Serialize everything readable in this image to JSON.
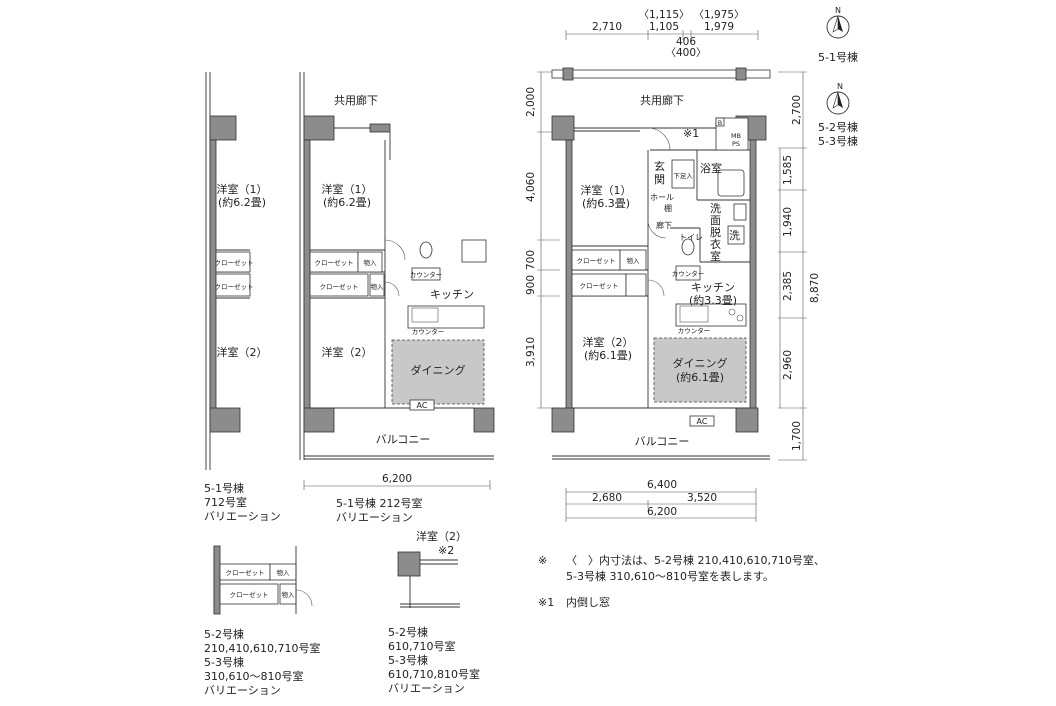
{
  "compass": [
    {
      "label": "N",
      "caption": "5-1号棟"
    },
    {
      "label": "N",
      "caption_lines": [
        "5-2号棟",
        "5-3号棟"
      ]
    }
  ],
  "top_dims": {
    "d2710": "2,710",
    "d1115": "〈1,115〉",
    "d1105": "1,105",
    "d1975": "〈1,975〉",
    "d1979": "1,979",
    "d406": "406",
    "d400": "〈400〉"
  },
  "right_dims": {
    "r2700": "2,700",
    "r1585": "1,585",
    "r1940": "1,940",
    "r2385": "2,385",
    "r8870": "8,870",
    "r2960": "2,960",
    "r1700": "1,700"
  },
  "left_dims": {
    "l2000": "2,000",
    "l4060": "4,060",
    "l900": "900",
    "l700": "700",
    "l3910": "3,910"
  },
  "bottom_dims": {
    "b6200_mid": "6,200",
    "b6400": "6,400",
    "b2680": "2,680",
    "b3520": "3,520",
    "b6200_main": "6,200"
  },
  "main_plan": {
    "corridor": "共用廊下",
    "window_note": "※1",
    "room1": "洋室（1）",
    "room1_size": "(約6.3畳)",
    "genkan1": "玄",
    "genkan2": "関",
    "storage": "下足入",
    "bath": "浴室",
    "hall": "ホール",
    "shelf": "棚",
    "washroom": [
      "洗",
      "面",
      "脱",
      "衣",
      "室"
    ],
    "wash": "洗",
    "corridor2": "廊下",
    "toilet": "トイレ",
    "closet": "クローゼット",
    "storage2": "物入",
    "counter_top": "カウンター",
    "kitchen": "キッチン",
    "kitchen_size": "(約3.3畳)",
    "counter": "カウンター",
    "room2": "洋室（2）",
    "room2_size": "(約6.1畳)",
    "dining": "ダイニング",
    "dining_size": "(約6.1畳)",
    "ac": "AC",
    "balcony": "バルコニー",
    "mb": "MB",
    "ps": "PS",
    "b_mark": "B"
  },
  "mid_plan": {
    "corridor": "共用廊下",
    "room1": "洋室（1）",
    "room1_size": "(約6.2畳)",
    "closet": "クローゼット",
    "storage": "物入",
    "kitchen": "キッチン",
    "counter": "カウンター",
    "counter_small": "カウンター",
    "room2": "洋室（2）",
    "dining": "ダイニング",
    "ac": "AC",
    "balcony": "バルコニー"
  },
  "left_plan": {
    "room1": "洋室（1）",
    "room1_size": "(約6.2畳)",
    "closet": "クローゼット",
    "room2": "洋室（2）"
  },
  "captions": {
    "left": [
      "5-1号棟",
      "712号室",
      "バリエーション"
    ],
    "mid": [
      "5-1号棟 212号室",
      "バリエーション"
    ],
    "var_a": [
      "5-2号棟",
      "210,410,610,710号室",
      "5-3号棟",
      "310,610〜810号室",
      "バリエーション"
    ],
    "var_b": [
      "5-2号棟",
      "610,710号室",
      "5-3号棟",
      "610,710,810号室",
      "バリエーション"
    ]
  },
  "var_a_plan": {
    "closet1": "クローゼット",
    "storage1": "物入",
    "closet2": "クローゼット",
    "storage2": "物入"
  },
  "var_b_plan": {
    "room": "洋室（2）",
    "note": "※2"
  },
  "notes": {
    "n1_mark": "※",
    "n1_line1": "〈　〉内寸法は、5-2号棟 210,410,610,710号室、",
    "n1_line2": "5-3号棟 310,610〜810号室を表します。",
    "n2_mark": "※1",
    "n2_text": "内倒し窓"
  }
}
